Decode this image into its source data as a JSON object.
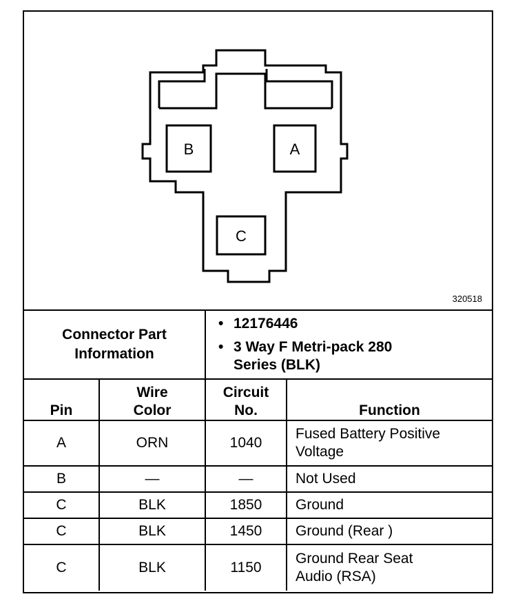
{
  "figure": {
    "id": "320518",
    "cavities": [
      "A",
      "B",
      "C"
    ]
  },
  "connector_info": {
    "label": "Connector Part Information",
    "part_number": "12176446",
    "description": "3 Way F Metri-pack 280 Series (BLK)"
  },
  "columns": {
    "pin": "Pin",
    "wire_color": "Wire Color",
    "circuit_no": "Circuit No.",
    "function": "Function"
  },
  "rows": [
    {
      "pin": "A",
      "wire_color": "ORN",
      "circuit_no": "1040",
      "function": "Fused Battery Positive Voltage"
    },
    {
      "pin": "B",
      "wire_color": "—",
      "circuit_no": "—",
      "function": "Not Used"
    },
    {
      "pin": "C",
      "wire_color": "BLK",
      "circuit_no": "1850",
      "function": "Ground"
    },
    {
      "pin": "C",
      "wire_color": "BLK",
      "circuit_no": "1450",
      "function": "Ground (Rear )"
    },
    {
      "pin": "C",
      "wire_color": "BLK",
      "circuit_no": "1150",
      "function": "Ground Rear Seat Audio (RSA)"
    }
  ]
}
